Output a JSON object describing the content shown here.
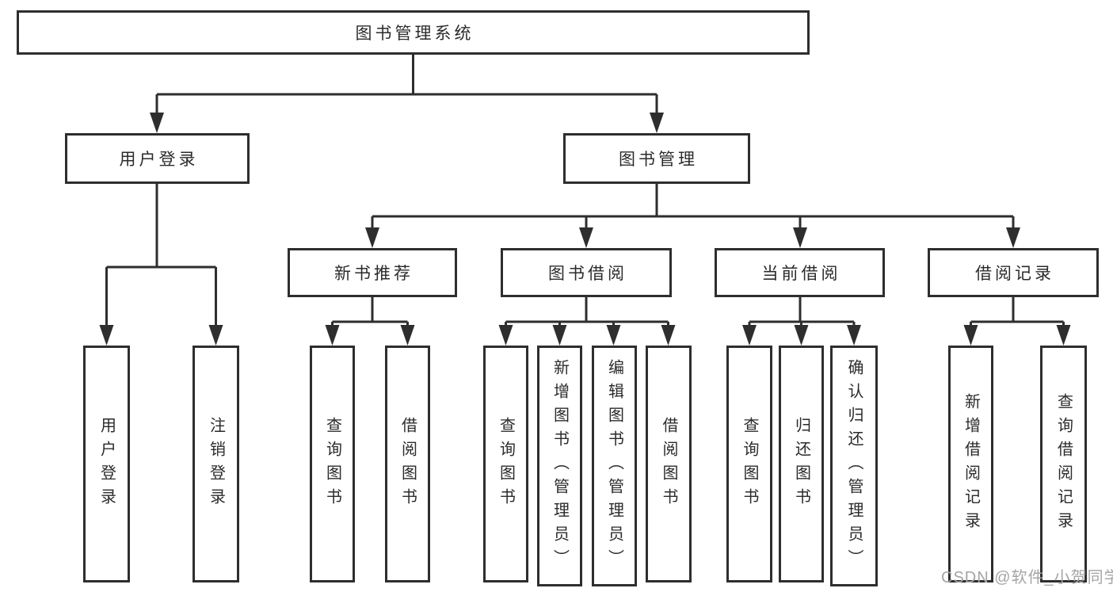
{
  "diagram": {
    "root": {
      "label": "图书管理系统"
    },
    "branches": [
      {
        "label": "用户登录",
        "leaves": [
          "用户登录",
          "注销登录"
        ]
      },
      {
        "label": "图书管理",
        "sections": [
          {
            "label": "新书推荐",
            "leaves": [
              "查询图书",
              "借阅图书"
            ]
          },
          {
            "label": "图书借阅",
            "leaves": [
              "查询图书",
              "新增图书（管理员）",
              "编辑图书（管理员）",
              "借阅图书"
            ]
          },
          {
            "label": "当前借阅",
            "leaves": [
              "查询图书",
              "归还图书",
              "确认归还（管理员）"
            ]
          },
          {
            "label": "借阅记录",
            "leaves": [
              "新增借阅记录",
              "查询借阅记录"
            ]
          }
        ]
      }
    ]
  },
  "watermark": {
    "text": "CSDN @软件_小贺同学"
  },
  "colors": {
    "line": "#2e2e2e",
    "box_border": "#2e2e2e",
    "box_fill": "#ffffff",
    "text": "#2b2b2b",
    "watermark": "#a5a5a5",
    "background": "#ffffff"
  }
}
